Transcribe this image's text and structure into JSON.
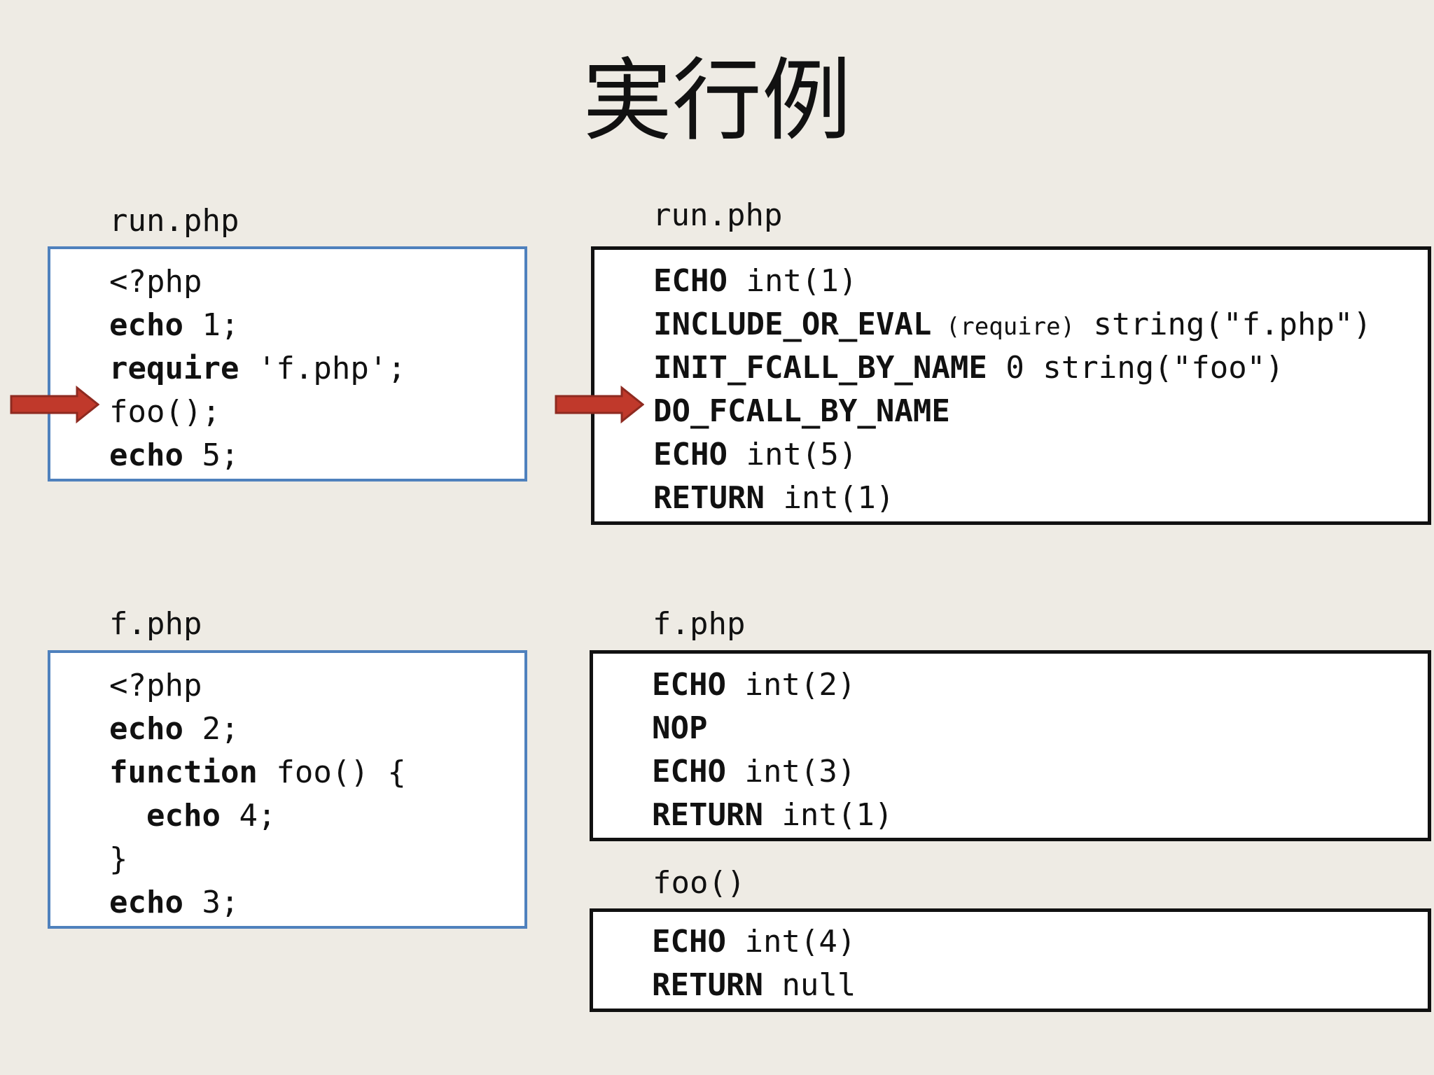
{
  "title": "実行例",
  "colors": {
    "source_border": "#4f81bd",
    "opcode_border": "#111111",
    "arrow": "#c0392b",
    "background": "#eeebe4"
  },
  "run_source": {
    "label": "run.php",
    "lines": [
      {
        "kw": "",
        "rest": "<?php"
      },
      {
        "kw": "echo",
        "rest": " 1;"
      },
      {
        "kw": "require",
        "rest": " 'f.php';"
      },
      {
        "kw": "",
        "rest": "foo();"
      },
      {
        "kw": "echo",
        "rest": " 5;"
      }
    ]
  },
  "run_opcodes": {
    "label": "run.php",
    "lines": [
      {
        "kw": "ECHO",
        "rest": " int(1)"
      },
      {
        "kw": "INCLUDE_OR_EVAL",
        "note": " (require)",
        "rest": " string(\"f.php\")"
      },
      {
        "kw": "INIT_FCALL_BY_NAME",
        "rest": " 0 string(\"foo\")"
      },
      {
        "kw": "DO_FCALL_BY_NAME",
        "rest": ""
      },
      {
        "kw": "ECHO",
        "rest": " int(5)"
      },
      {
        "kw": "RETURN",
        "rest": " int(1)"
      }
    ]
  },
  "f_source": {
    "label": "f.php",
    "lines": [
      {
        "kw": "",
        "rest": "<?php"
      },
      {
        "kw": "echo",
        "rest": " 2;"
      },
      {
        "kw": "function",
        "rest": " foo() {"
      },
      {
        "indent": "  ",
        "kw": "echo",
        "rest": " 4;"
      },
      {
        "kw": "",
        "rest": "}"
      },
      {
        "kw": "echo",
        "rest": " 3;"
      }
    ]
  },
  "f_opcodes": {
    "label": "f.php",
    "lines": [
      {
        "kw": "ECHO",
        "rest": " int(2)"
      },
      {
        "kw": "NOP",
        "rest": ""
      },
      {
        "kw": "ECHO",
        "rest": " int(3)"
      },
      {
        "kw": "RETURN",
        "rest": " int(1)"
      }
    ]
  },
  "foo_opcodes": {
    "label": "foo()",
    "lines": [
      {
        "kw": "ECHO",
        "rest": " int(4)"
      },
      {
        "kw": "RETURN",
        "rest": " null"
      }
    ]
  }
}
